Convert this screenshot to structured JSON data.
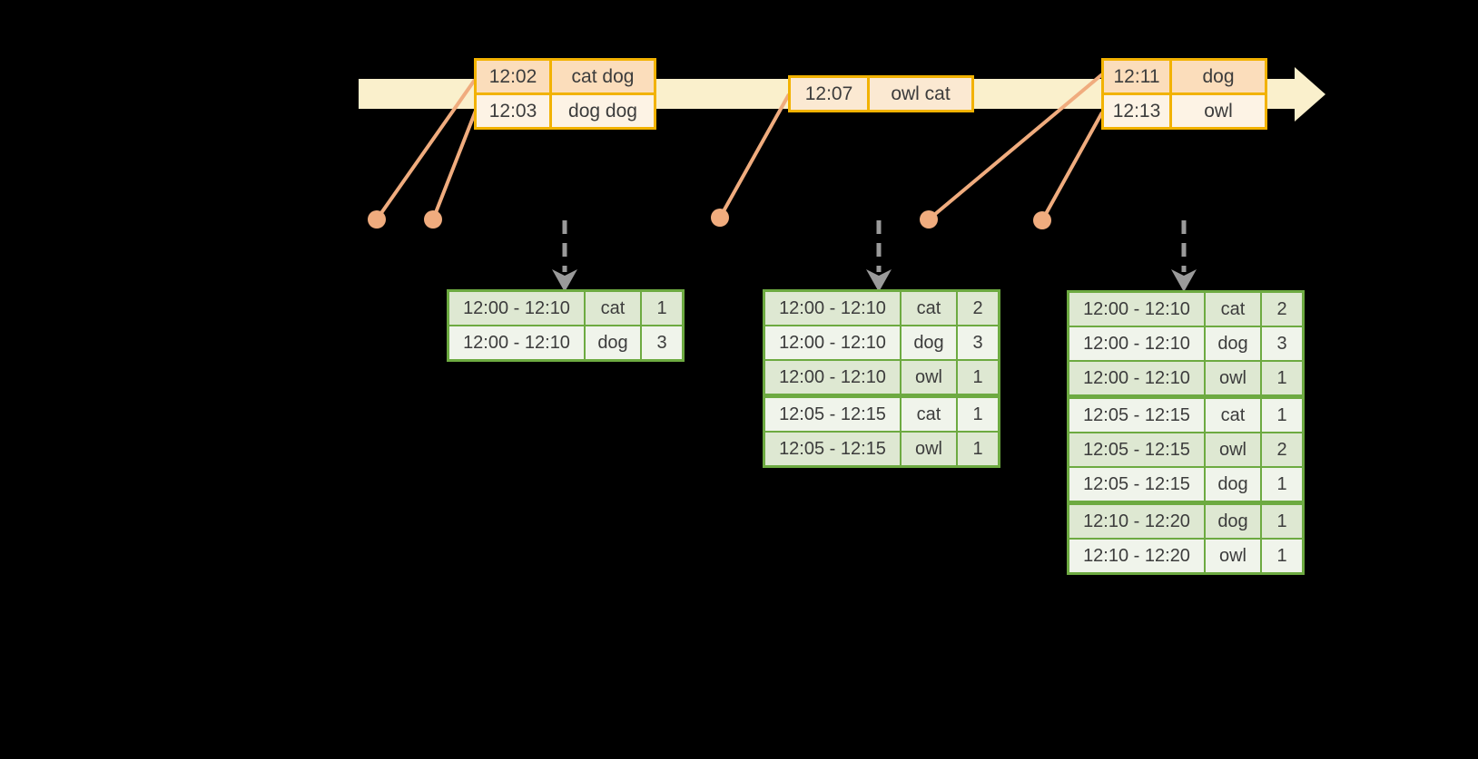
{
  "colors": {
    "background": "#000000",
    "timeline_band": "#FAF0CC",
    "event_border": "#F2B200",
    "event_row_dark": "#FBDDBB",
    "event_row_light": "#FDF3E5",
    "event_row_single": "#FBE9D2",
    "connector": "#F0AC7E",
    "trigger_arrow": "#9A9A9A",
    "result_border": "#6DAA41",
    "result_row_dark": "#DEE8D2",
    "result_row_light": "#F0F4EB"
  },
  "timeline": {
    "event_tables": [
      {
        "rows": [
          {
            "time": "12:02",
            "words": "cat dog"
          },
          {
            "time": "12:03",
            "words": "dog dog"
          }
        ]
      },
      {
        "rows": [
          {
            "time": "12:07",
            "words": "owl cat"
          }
        ]
      },
      {
        "rows": [
          {
            "time": "12:11",
            "words": "dog"
          },
          {
            "time": "12:13",
            "words": "owl"
          }
        ]
      }
    ]
  },
  "result_tables": [
    {
      "rows": [
        {
          "window": "12:00 - 12:10",
          "word": "cat",
          "count": "1"
        },
        {
          "window": "12:00 - 12:10",
          "word": "dog",
          "count": "3"
        }
      ]
    },
    {
      "rows": [
        {
          "window": "12:00 - 12:10",
          "word": "cat",
          "count": "2"
        },
        {
          "window": "12:00 - 12:10",
          "word": "dog",
          "count": "3"
        },
        {
          "window": "12:00 - 12:10",
          "word": "owl",
          "count": "1"
        },
        {
          "window": "12:05 - 12:15",
          "word": "cat",
          "count": "1"
        },
        {
          "window": "12:05 - 12:15",
          "word": "owl",
          "count": "1"
        }
      ]
    },
    {
      "rows": [
        {
          "window": "12:00 - 12:10",
          "word": "cat",
          "count": "2"
        },
        {
          "window": "12:00 - 12:10",
          "word": "dog",
          "count": "3"
        },
        {
          "window": "12:00 - 12:10",
          "word": "owl",
          "count": "1"
        },
        {
          "window": "12:05 - 12:15",
          "word": "cat",
          "count": "1"
        },
        {
          "window": "12:05 - 12:15",
          "word": "owl",
          "count": "2"
        },
        {
          "window": "12:05 - 12:15",
          "word": "dog",
          "count": "1"
        },
        {
          "window": "12:10 - 12:20",
          "word": "dog",
          "count": "1"
        },
        {
          "window": "12:10 - 12:20",
          "word": "owl",
          "count": "1"
        }
      ]
    }
  ]
}
